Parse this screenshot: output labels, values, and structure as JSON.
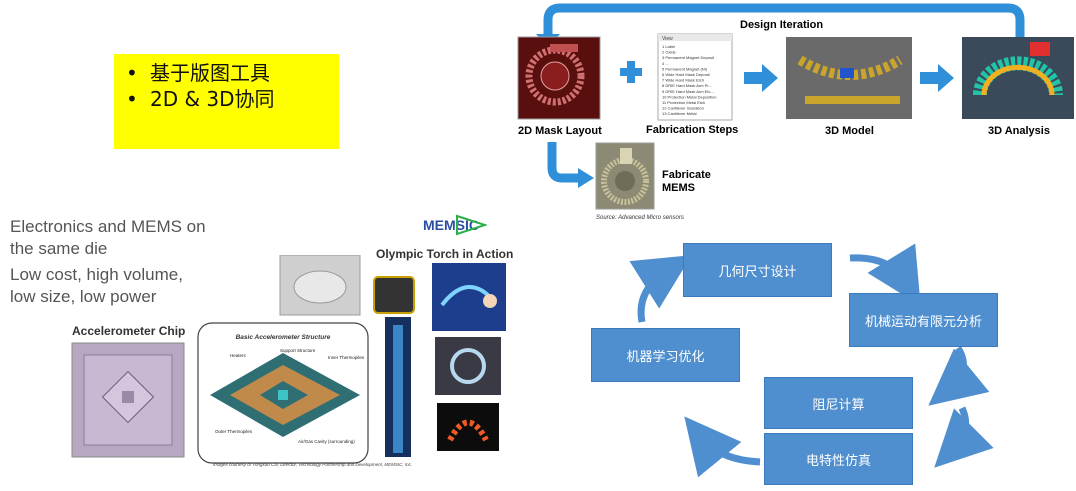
{
  "bullets": {
    "items": [
      "基于版图工具",
      "2D & 3D协同"
    ],
    "marker": "•",
    "background": "#ffff00"
  },
  "flow": {
    "iteration_label": "Design Iteration",
    "steps": {
      "mask": "2D Mask Layout",
      "fab": "Fabrication Steps",
      "model": "3D Model",
      "analysis": "3D Analysis"
    },
    "fabricate_lines": [
      "Fabricate",
      "MEMS"
    ],
    "source": "Source: Advanced Micro sensors",
    "fab_list": [
      "Label",
      "Oxide",
      "Permanent Magnet Deposit",
      "...",
      "Permanent Magnet (Ni)",
      "Wide Hard Mask Deposit",
      "Wide Hard Mask Etch",
      "DRIE Hard Mask Arm Pr...",
      "DRIE Hard Mask Arm Etc...",
      "Protection Metal Deposition",
      "Protection Metal Etch",
      "Cantilever Insulation",
      "Cantilever Metal"
    ],
    "arrow_color": "#2f8fd9"
  },
  "mems": {
    "line1": "Electronics and MEMS on",
    "line2": "the same die",
    "line3": "Low cost, high volume,",
    "line4": "low size, low power",
    "brand": "MEMSIC",
    "torch_title": "Olympic Torch in Action",
    "accel_title": "Accelerometer Chip",
    "structure_title": "Basic Accelerometer Structure",
    "labels": {
      "heaters": "Heaters",
      "support": "Support Structure",
      "inner": "Inner Thermopiles",
      "outer": "Outer Thermopiles",
      "cavity": "Air/Gas Cavity (surrounding)"
    },
    "credit": "Images courtesy of Yongxao Cai, Director, Technology Partnership and Development, MEMSIC, Inc."
  },
  "cycle": {
    "boxes": {
      "geometry": "几何尺寸设计",
      "fem": "机械运动有限元分析",
      "damping": "阻尼计算",
      "electrical": "电特性仿真",
      "ml": "机器学习优化"
    },
    "box_color": "#4f8fcf"
  }
}
